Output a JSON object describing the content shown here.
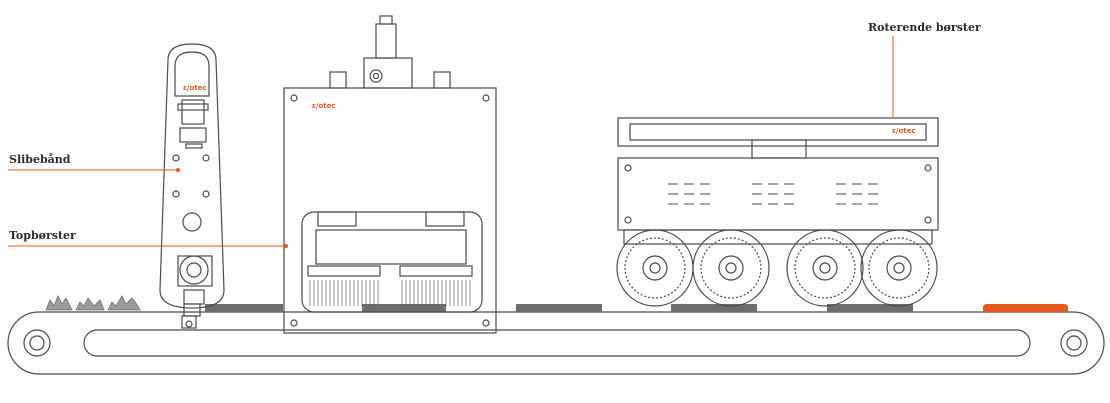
{
  "labels": {
    "sanding_belt": "Slibebånd",
    "top_brushes": "Topbørster",
    "rotating_brushes": "Roterende børster"
  },
  "brand": {
    "logo_text": "ε/otec",
    "accent": "#e8581c"
  },
  "colors": {
    "outline": "#4a4a4a",
    "leader_line": "#e8581c",
    "workpiece_gray": "#6e6e6e",
    "workpiece_accent": "#e8581c"
  }
}
